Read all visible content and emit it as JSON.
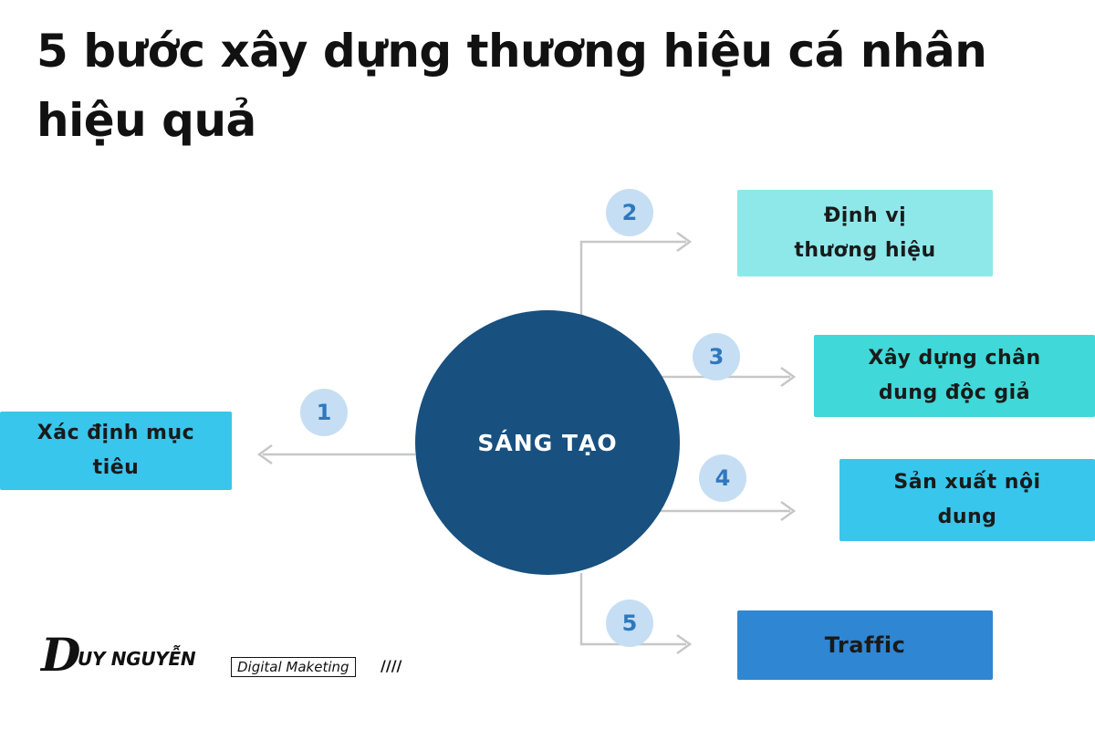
{
  "title": "5 bước xây dựng thương hiệu cá nhân hiệu quả",
  "center": {
    "label": "SÁNG TẠO",
    "color": "#18507f"
  },
  "steps": [
    {
      "number": "1",
      "line1": "Xác định mục",
      "line2": "tiêu",
      "color": "#38c6ec"
    },
    {
      "number": "2",
      "line1": "Định vị",
      "line2": "thương hiệu",
      "color": "#8ee8ea"
    },
    {
      "number": "3",
      "line1": "Xây dựng chân",
      "line2": "dung độc giả",
      "color": "#40d8d8"
    },
    {
      "number": "4",
      "line1": "Sản xuất nội",
      "line2": "dung",
      "color": "#38c6ec"
    },
    {
      "number": "5",
      "line1": "Traffic",
      "color": "#2f86d2"
    }
  ],
  "logo": {
    "initial": "D",
    "name": "UY NGUYỄN",
    "tagline": "Digital Maketing",
    "mark": "////"
  },
  "icons": {
    "arrow": "arrow-icon",
    "badge": "number-circle"
  }
}
